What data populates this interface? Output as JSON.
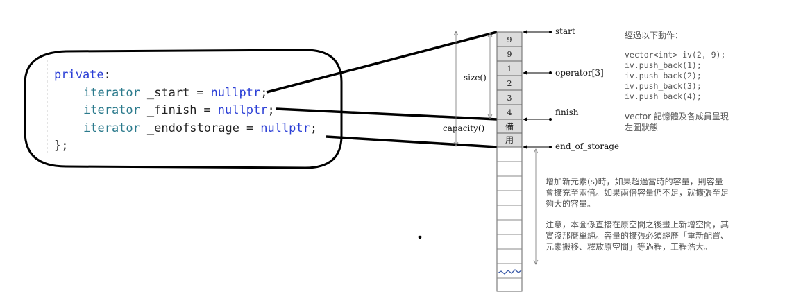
{
  "code": {
    "line1_keyword": "private",
    "line1_colon": ":",
    "line2_type": "iterator",
    "line2_name": "_start",
    "line2_eq": "=",
    "line2_val": "nullptr",
    "line2_semi": ";",
    "line3_type": "iterator",
    "line3_name": "_finish",
    "line3_eq": "=",
    "line3_val": "nullptr",
    "line3_semi": ";",
    "line4_type": "iterator",
    "line4_name": "_endofstorage",
    "line4_eq": "=",
    "line4_val": "nullptr",
    "line4_semi": ";",
    "line5_close": "};"
  },
  "cells": [
    "9",
    "9",
    "1",
    "2",
    "3",
    "4",
    "備",
    "用"
  ],
  "labels": {
    "start": "start",
    "operator": "operator[3]",
    "finish": "finish",
    "end_of_storage": "end_of_storage",
    "size": "size()",
    "capacity": "capacity()"
  },
  "notes": {
    "heading": "經過以下動作：",
    "code_lines": [
      "vector<int> iv(2, 9);",
      "iv.push_back(1);",
      "iv.push_back(2);",
      "iv.push_back(3);",
      "iv.push_back(4);"
    ],
    "state_lines": [
      "vector 記憶體及各成員呈現",
      "左圖狀態"
    ],
    "growth_lines": [
      "增加新元素(s)時，如果超過當時的容量，則容量",
      "會擴充至兩倍。如果兩倍容量仍不足，就擴張至足",
      "夠大的容量。"
    ],
    "caution_lines": [
      "注意，本圖係直接在原空間之後畫上新增空間，其",
      "實沒那麼單純。容量的擴張必須經歷「重新配置、",
      "元素搬移、釋放原空間」等過程，工程浩大。"
    ]
  }
}
